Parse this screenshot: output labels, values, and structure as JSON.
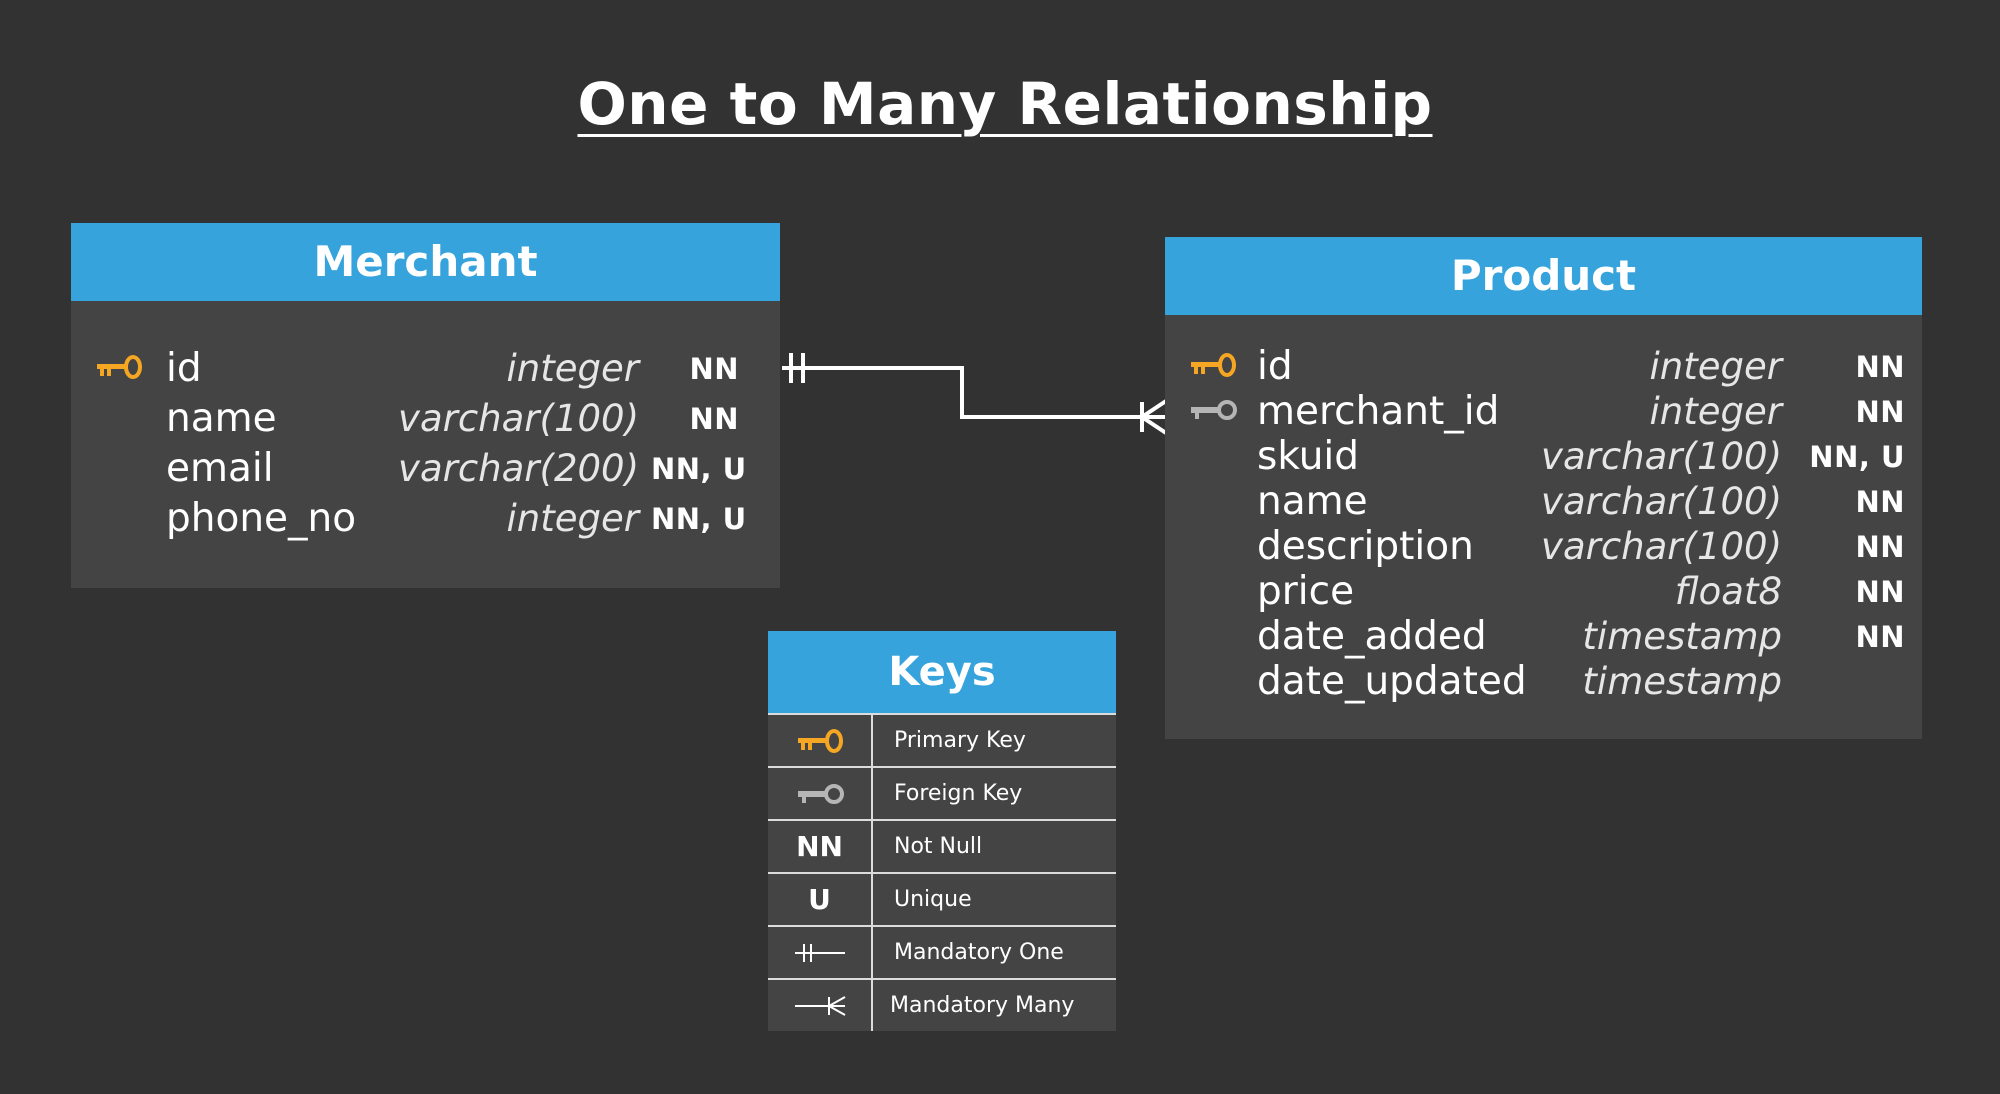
{
  "title": "One to Many Relationship",
  "colors": {
    "background": "#323232",
    "header": "#36a3dc",
    "body": "#444444",
    "primary_key": "#f5a623",
    "foreign_key": "#b5b5b5"
  },
  "merchant": {
    "name": "Merchant",
    "fields": [
      {
        "key": "primary",
        "name": "id",
        "type": "integer",
        "constraints": "NN"
      },
      {
        "key": "",
        "name": "name",
        "type": "varchar(100)",
        "constraints": "NN"
      },
      {
        "key": "",
        "name": "email",
        "type": "varchar(200)",
        "constraints": "NN, U"
      },
      {
        "key": "",
        "name": "phone_no",
        "type": "integer",
        "constraints": "NN, U"
      }
    ]
  },
  "product": {
    "name": "Product",
    "fields": [
      {
        "key": "primary",
        "name": "id",
        "type": "integer",
        "constraints": "NN"
      },
      {
        "key": "foreign",
        "name": "merchant_id",
        "type": "integer",
        "constraints": "NN"
      },
      {
        "key": "",
        "name": "skuid",
        "type": "varchar(100)",
        "constraints": "NN, U"
      },
      {
        "key": "",
        "name": "name",
        "type": "varchar(100)",
        "constraints": "NN"
      },
      {
        "key": "",
        "name": "description",
        "type": "varchar(100)",
        "constraints": "NN"
      },
      {
        "key": "",
        "name": "price",
        "type": "float8",
        "constraints": "NN"
      },
      {
        "key": "",
        "name": "date_added",
        "type": "timestamp",
        "constraints": "NN"
      },
      {
        "key": "",
        "name": "date_updated",
        "type": "timestamp",
        "constraints": ""
      }
    ]
  },
  "relationship": {
    "from": "Merchant.id",
    "from_cardinality": "Mandatory One",
    "to": "Product.merchant_id",
    "to_cardinality": "Mandatory Many"
  },
  "keys": {
    "title": "Keys",
    "items": [
      {
        "symbol": "primary-key-icon",
        "symbol_text": "",
        "label": "Primary Key"
      },
      {
        "symbol": "foreign-key-icon",
        "symbol_text": "",
        "label": "Foreign Key"
      },
      {
        "symbol": "text",
        "symbol_text": "NN",
        "label": "Not Null"
      },
      {
        "symbol": "text",
        "symbol_text": "U",
        "label": "Unique"
      },
      {
        "symbol": "mandatory-one-icon",
        "symbol_text": "",
        "label": "Mandatory One"
      },
      {
        "symbol": "mandatory-many-icon",
        "symbol_text": "",
        "label": "Mandatory Many"
      }
    ]
  }
}
